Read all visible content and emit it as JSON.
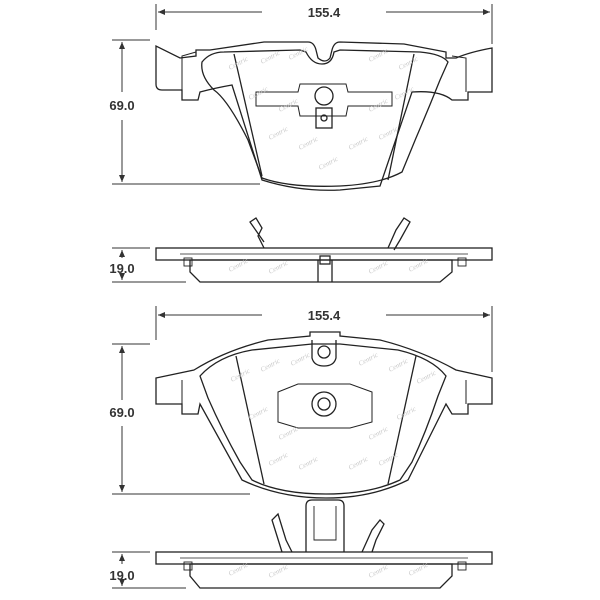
{
  "dimensions": {
    "top_width": "155.4",
    "top_height": "69.0",
    "top_thickness": "19.0",
    "bottom_width": "155.4",
    "bottom_height": "69.0",
    "bottom_thickness": "19.0"
  },
  "watermark": "Centric",
  "colors": {
    "line": "#222222",
    "dim": "#333333",
    "watermark": "#c8c8c8"
  }
}
